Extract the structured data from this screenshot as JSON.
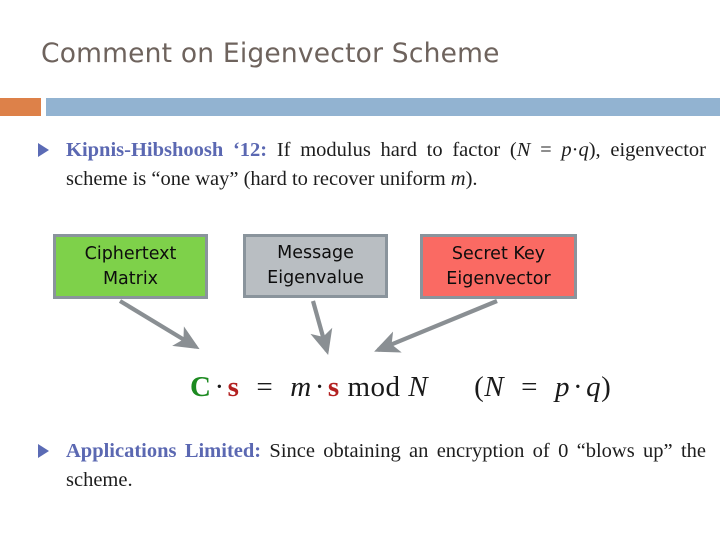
{
  "slide": {
    "title": "Comment on Eigenvector Scheme",
    "title_color": "#6e635d",
    "accent_orange": "#dd8149",
    "accent_blue": "#92b3d1",
    "bullet_marker_color": "#5b6bb5",
    "lead_in_color": "#5b68b2"
  },
  "bullets": [
    {
      "marker": "triangle-right",
      "lead_in": "Kipnis-Hibshoosh ‘12:",
      "text_part_1": " If modulus hard to factor (",
      "math_1": "N",
      "text_part_2": " = ",
      "math_2": "p",
      "text_part_3": "·",
      "math_3": "q",
      "text_part_4": "), eigenvector scheme is “one way” (hard to recover uniform ",
      "math_4": "m",
      "text_part_5": ")."
    },
    {
      "marker": "triangle-right",
      "lead_in": "Applications Limited:",
      "text_part_1": " Since obtaining an encryption of 0 “blows up” the scheme.",
      "math_1": "",
      "text_part_2": "",
      "math_2": "",
      "text_part_3": "",
      "math_3": "",
      "text_part_4": "",
      "math_4": "",
      "text_part_5": ""
    }
  ],
  "diagram": {
    "boxes": [
      {
        "id": "ciphertext",
        "line1": "Ciphertext",
        "line2": "Matrix",
        "fill": "#7ed14a",
        "border": "#8a949c"
      },
      {
        "id": "message",
        "line1": "Message",
        "line2": "Eigenvalue",
        "fill": "#b9bec2",
        "border": "#8a949c"
      },
      {
        "id": "secret-key",
        "line1": "Secret Key",
        "line2": "Eigenvector",
        "fill": "#fa6a63",
        "border": "#8a949c"
      }
    ],
    "arrow_color": "#8a8f93",
    "arrows": [
      {
        "name": "ciphertext-to-C",
        "from": "ciphertext-box",
        "to": "formula-C"
      },
      {
        "name": "message-to-m",
        "from": "message-box",
        "to": "formula-m"
      },
      {
        "name": "secretkey-to-s",
        "from": "secret-key-box",
        "to": "formula-s"
      }
    ]
  },
  "formula": {
    "lhs_matrix": "C",
    "op_dot_1": "·",
    "lhs_vector": "s",
    "equals": "=",
    "rhs_scalar": "m",
    "op_dot_2": "·",
    "rhs_vector": "s",
    "mod_keyword": "mod",
    "modulus": "N",
    "note_open": "(",
    "note_N": "N",
    "note_equals": "=",
    "note_p": "p",
    "note_dot": "·",
    "note_q": "q",
    "note_close": ")",
    "matrix_color": "#1c8a20",
    "vector_color": "#b32121"
  }
}
